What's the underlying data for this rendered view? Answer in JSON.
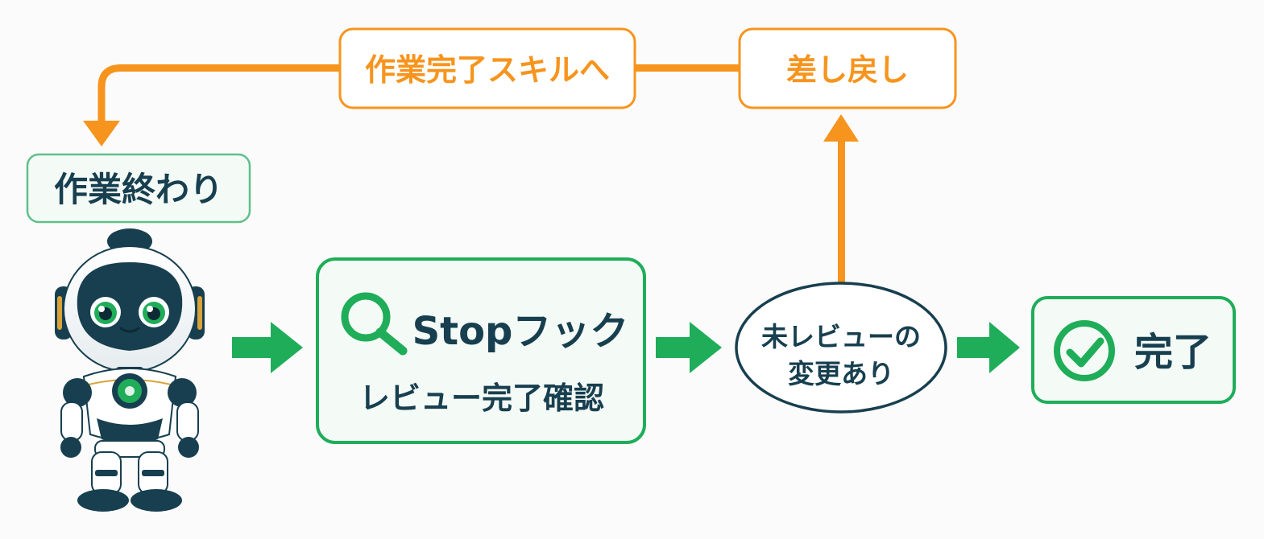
{
  "colors": {
    "accent_green": "#1fad59",
    "feedback_orange": "#f7941d",
    "navy": "#173f4f",
    "box_fill": "#f4faf6"
  },
  "labels": {
    "work_done": "作業終わり",
    "stop_hook_title": "Stopフック",
    "stop_hook_sub": "レビュー完了確認",
    "decision_line1": "未レビューの",
    "decision_line2": "変更あり",
    "done": "完了",
    "send_back": "差し戻し",
    "to_skill": "作業完了スキルへ"
  },
  "icons": {
    "stop_hook_icon": "search-icon",
    "done_icon": "check-circle-icon",
    "actor": "robot-illustration"
  }
}
